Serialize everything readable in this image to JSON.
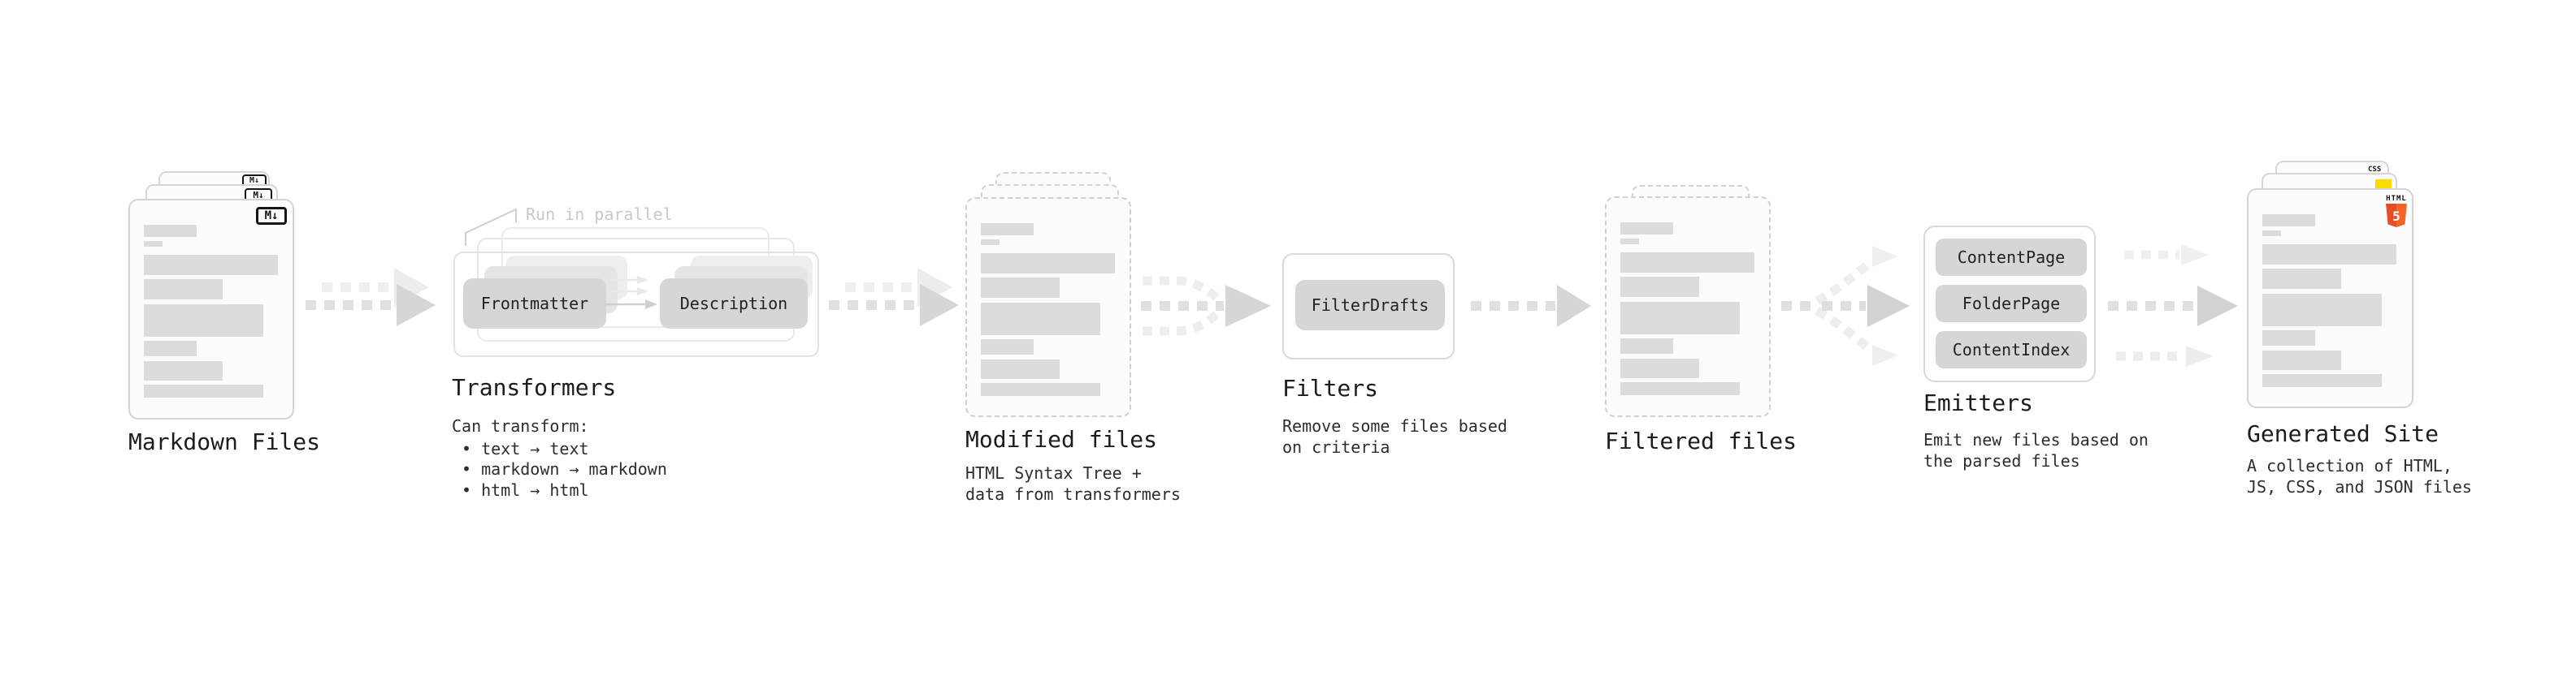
{
  "stages": {
    "markdown": {
      "label": "Markdown Files",
      "badge": "M↓"
    },
    "transformers": {
      "label": "Transformers",
      "annotation": "Run in parallel",
      "input_pill": "Frontmatter",
      "output_pill": "Description",
      "heading": "Can transform:",
      "bullets": [
        "• text → text",
        "• markdown → markdown",
        "• html → html"
      ]
    },
    "modified": {
      "label": "Modified files",
      "desc": [
        "HTML Syntax Tree +",
        "data from transformers"
      ]
    },
    "filters": {
      "label": "Filters",
      "pill": "FilterDrafts",
      "desc": [
        "Remove some files based",
        "on criteria"
      ]
    },
    "filtered": {
      "label": "Filtered files"
    },
    "emitters": {
      "label": "Emitters",
      "pills": [
        "ContentPage",
        "FolderPage",
        "ContentIndex"
      ],
      "desc": [
        "Emit new files based on",
        "the parsed files"
      ]
    },
    "generated": {
      "label": "Generated Site",
      "desc": [
        "A collection of HTML,",
        "JS, CSS, and JSON files"
      ],
      "css_badge": "CSS",
      "html_badge": "HTML",
      "html_number": "5"
    }
  },
  "colors": {
    "html5_shield_left": "#e44d26",
    "html5_shield_right": "#f16529",
    "js_badge_yellow": "#ffdc00",
    "css_badge_blue": "#2d61e1",
    "pill_gray": "#d6d6d6",
    "card_border_gray": "#d4d4d4",
    "arrow_gray": "#d6d6d6",
    "skeleton_gray": "#dcdcdc"
  }
}
